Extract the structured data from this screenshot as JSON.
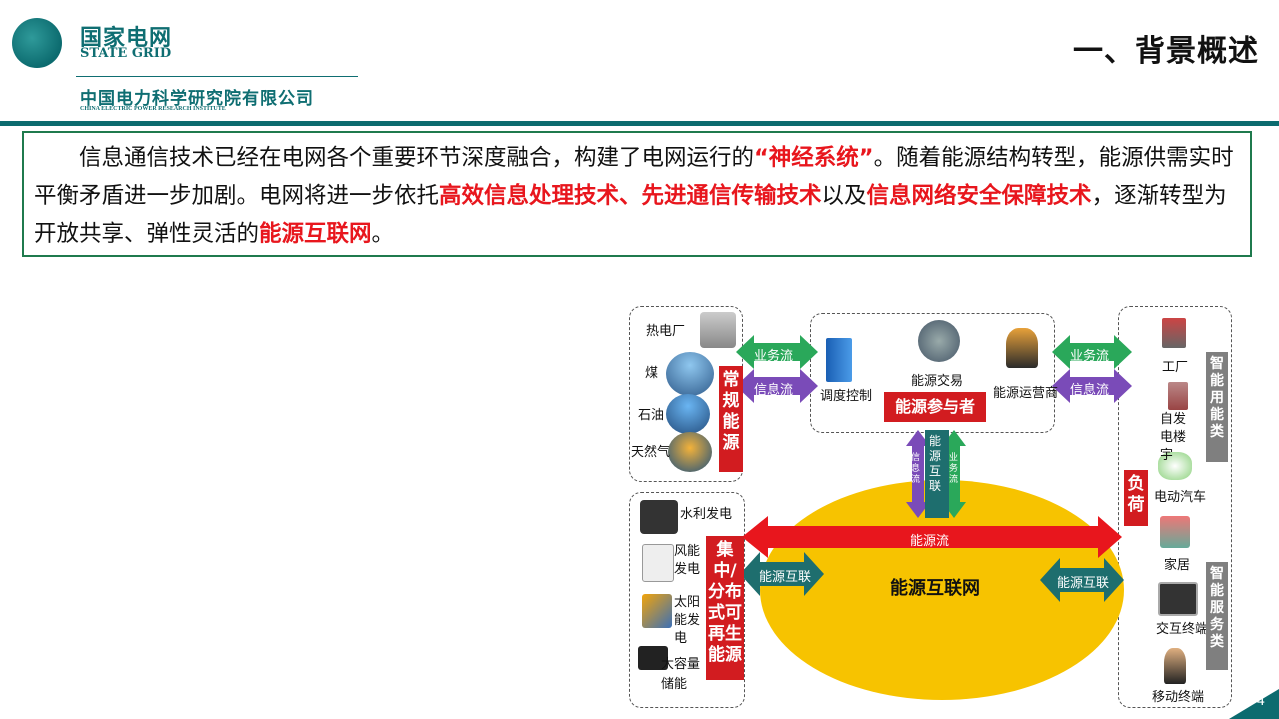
{
  "header": {
    "brand_cn": "国家电网",
    "brand_en": "STATE GRID",
    "institute_cn": "中国电力科学研究院有限公司",
    "institute_en": "CHINA ELECTRIC POWER RESEARCH INSTITUTE",
    "page_title": "一、背景概述"
  },
  "intro": {
    "p1": "信息通信技术已经在电网各个重要环节深度融合，构建了电网运行的",
    "h1": "“神经系统”",
    "p2": "。随着能源结构转型，能源供需实时平衡矛盾进一步加剧。电网将进一步依托",
    "h2": "高效信息处理技术、先进通信传输技术",
    "p3": "以及",
    "h3": "信息网络安全保障技术",
    "p4": "，逐渐转型为开放共享、弹性灵活的",
    "h4": "能源互联网",
    "p5": "。"
  },
  "diagram": {
    "conventional": {
      "items": [
        "热电厂",
        "煤",
        "石油",
        "天然气"
      ],
      "label": "常规能源"
    },
    "renewable": {
      "items": [
        "水利发电",
        "风能发电",
        "太阳能发电",
        "大容量储能"
      ],
      "label": "集中/分布式可再生能源"
    },
    "participants": {
      "dispatch": "调度控制",
      "trading": "能源交易",
      "operator": "能源运营商",
      "label": "能源参与者"
    },
    "loads": {
      "items": [
        "工厂",
        "自发电楼宇",
        "电动汽车",
        "家居",
        "交互终端",
        "移动终端"
      ],
      "label": "负荷",
      "smart_use": "智能用能类",
      "smart_service": "智能服务类"
    },
    "flows": {
      "business": "业务流",
      "info": "信息流",
      "energy_flow": "能源流",
      "interconnect": "能源互联",
      "info_short": "信息流",
      "business_short": "业务流",
      "vertical_label": "能源互联"
    },
    "center": "能源互联网"
  },
  "page_number": "4",
  "colors": {
    "brand": "#0c6b6f",
    "highlight": "#e8161d",
    "energy_yellow": "#f7c300",
    "flow_green": "#2aa85a",
    "flow_purple": "#7a4bb8",
    "flow_teal": "#1e6e6e",
    "label_red": "#d21c20"
  }
}
